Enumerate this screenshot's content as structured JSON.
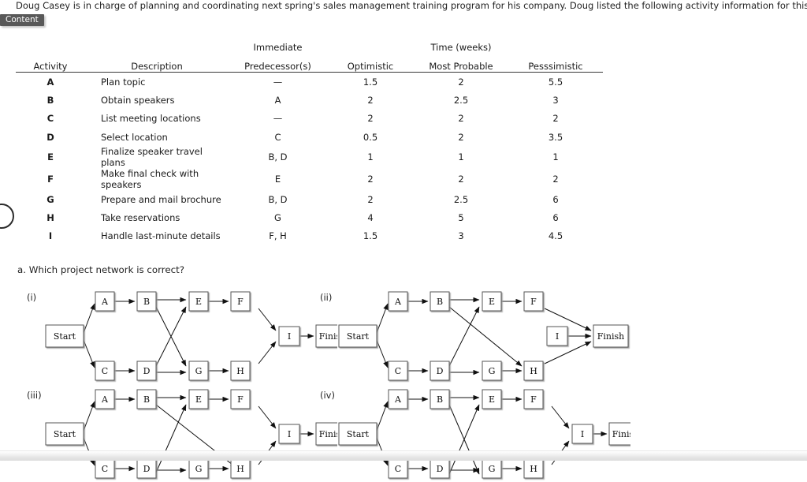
{
  "intro": {
    "text": "Doug Casey is in charge of planning and coordinating next spring's sales management training program for his company. Doug listed the following activity information for this project:"
  },
  "badge": {
    "label": "Content"
  },
  "table": {
    "group_headers": {
      "immediate": "Immediate",
      "time": "Time (weeks)"
    },
    "headers": {
      "activity": "Activity",
      "description": "Description",
      "predecessors": "Predecessor(s)",
      "optimistic": "Optimistic",
      "most_probable": "Most Probable",
      "pessimistic": "Pesssimistic"
    },
    "rows": [
      {
        "activity": "A",
        "description": "Plan topic",
        "predecessors": "—",
        "optimistic": "1.5",
        "most_probable": "2",
        "pessimistic": "5.5"
      },
      {
        "activity": "B",
        "description": "Obtain speakers",
        "predecessors": "A",
        "optimistic": "2",
        "most_probable": "2.5",
        "pessimistic": "3"
      },
      {
        "activity": "C",
        "description": "List meeting locations",
        "predecessors": "—",
        "optimistic": "2",
        "most_probable": "2",
        "pessimistic": "2"
      },
      {
        "activity": "D",
        "description": "Select location",
        "predecessors": "C",
        "optimistic": "0.5",
        "most_probable": "2",
        "pessimistic": "3.5"
      },
      {
        "activity": "E",
        "description": "Finalize speaker travel plans",
        "predecessors": "B, D",
        "optimistic": "1",
        "most_probable": "1",
        "pessimistic": "1"
      },
      {
        "activity": "F",
        "description": "Make final check with speakers",
        "predecessors": "E",
        "optimistic": "2",
        "most_probable": "2",
        "pessimistic": "2"
      },
      {
        "activity": "G",
        "description": "Prepare and mail brochure",
        "predecessors": "B, D",
        "optimistic": "2",
        "most_probable": "2.5",
        "pessimistic": "6"
      },
      {
        "activity": "H",
        "description": "Take reservations",
        "predecessors": "G",
        "optimistic": "4",
        "most_probable": "5",
        "pessimistic": "6"
      },
      {
        "activity": "I",
        "description": "Handle last-minute details",
        "predecessors": "F, H",
        "optimistic": "1.5",
        "most_probable": "3",
        "pessimistic": "4.5"
      }
    ]
  },
  "question": {
    "text": "a. Which project network is correct?"
  },
  "diagrams": [
    {
      "id": "i",
      "label": "(i)",
      "nodes": [
        "Start",
        "A",
        "B",
        "C",
        "D",
        "E",
        "F",
        "G",
        "H",
        "I",
        "Finish"
      ],
      "edges": [
        "Start->A",
        "Start->C",
        "A->B",
        "C->D",
        "B->E",
        "B->G",
        "D->E",
        "D->G",
        "E->F",
        "G->H",
        "F->I",
        "H->I",
        "I->Finish"
      ]
    },
    {
      "id": "ii",
      "label": "(ii)",
      "nodes": [
        "Start",
        "A",
        "B",
        "C",
        "D",
        "E",
        "F",
        "G",
        "H",
        "I",
        "Finish"
      ],
      "edges": [
        "Start->A",
        "Start->C",
        "A->B",
        "C->D",
        "B->E",
        "B->H",
        "D->E",
        "D->G",
        "E->F",
        "G->H",
        "F->Finish",
        "I->Finish",
        "H->Finish"
      ]
    },
    {
      "id": "iii",
      "label": "(iii)",
      "nodes": [
        "Start",
        "A",
        "B",
        "C",
        "D",
        "E",
        "F",
        "G",
        "H",
        "I",
        "Finish"
      ],
      "edges": [
        "Start->A",
        "Start->C",
        "A->B",
        "C->D",
        "B->E",
        "B->H",
        "D->E",
        "D->G",
        "E->F",
        "G->H",
        "F->I",
        "H->I",
        "I->Finish"
      ]
    },
    {
      "id": "iv",
      "label": "(iv)",
      "nodes": [
        "Start",
        "A",
        "B",
        "C",
        "D",
        "E",
        "F",
        "G",
        "H",
        "I",
        "Finish"
      ],
      "edges": [
        "Start->A",
        "Start->C",
        "A->B",
        "C->D",
        "B->E",
        "B->G",
        "D->E",
        "D->G",
        "E->F",
        "G->H",
        "F->I",
        "H->I",
        "I->Finish"
      ]
    }
  ]
}
